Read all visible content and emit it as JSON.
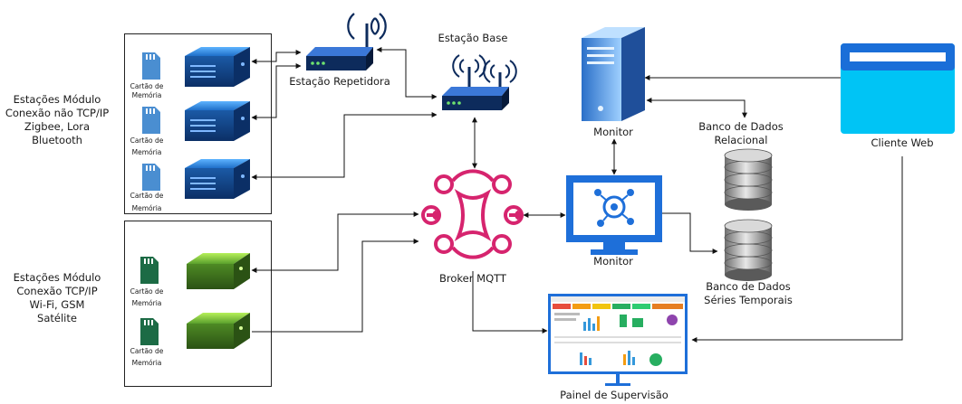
{
  "groups": {
    "non_tcp": {
      "line1": "Estações Módulo",
      "line2": "Conexão não TCP/IP",
      "line3": "Zigbee, Lora",
      "line4": "Bluetooth"
    },
    "tcp": {
      "line1": "Estações Módulo",
      "line2": "Conexão TCP/IP",
      "line3": "Wi-Fi, GSM",
      "line4": "Satélite"
    }
  },
  "memory_card": {
    "line1": "Cartão de",
    "line2": "Memória"
  },
  "nodes": {
    "repeater": "Estação Repetidora",
    "base": "Estação Base",
    "monitor_server": "Monitor",
    "web_client": "Cliente Web",
    "broker": "Broker MQTT",
    "monitor_app": "Monitor",
    "db_relational": {
      "line1": "Banco de Dados",
      "line2": "Relacional"
    },
    "db_timeseries": {
      "line1": "Banco de Dados",
      "line2": "Séries Temporais"
    },
    "dashboard": "Painel de Supervisão"
  },
  "colors": {
    "blue_device": "#1b5aa6",
    "green_device": "#5aa02c",
    "broker": "#d6246e",
    "monitor_blue": "#1e6fd9",
    "client": "#00c4f5",
    "sd_blue": "#4a8ed1",
    "sd_green": "#1c6b45"
  }
}
